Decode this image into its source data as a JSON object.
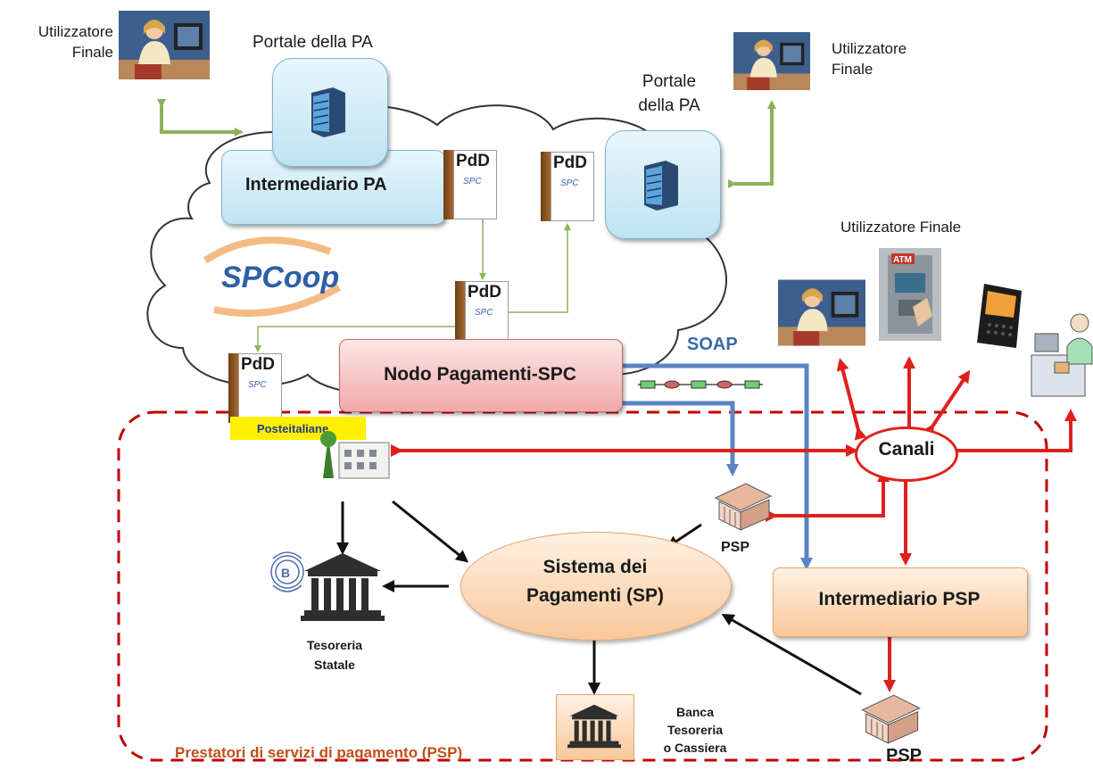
{
  "labels": {
    "user_final_left": [
      "Utilizzatore",
      "Finale"
    ],
    "portal_pa_top": "Portale della PA",
    "user_final_right": [
      "Utilizzatore",
      "Finale"
    ],
    "portal_pa_right": [
      "Portale",
      "della PA"
    ],
    "intermediario_pa": "Intermediario PA",
    "pdd": "PdD",
    "spc": "SPC",
    "spcoop_logo": "SPCoop",
    "utilizzatore_finale_channels": "Utilizzatore Finale",
    "atm": "ATM",
    "soap": "SOAP",
    "nodo": "Nodo Pagamenti-SPC",
    "poste_logo": "Posteitaliane",
    "canali": "Canali",
    "psp": "PSP",
    "sistema_pagamenti": [
      "Sistema dei",
      "Pagamenti (SP)"
    ],
    "intermediario_psp": "Intermediario PSP",
    "tesoreria_statale": [
      "Tesoreria",
      "Statale"
    ],
    "banca_tesoreria": [
      "Banca",
      "Tesoreria",
      "o Cassiera"
    ],
    "psp_bottom": "PSP",
    "prestatori": "Prestatori di servizi di pagamento (PSP)"
  },
  "colors": {
    "green_arrow": "#8cb35a",
    "red_arrow": "#e0201b",
    "blue_arrow": "#5b84c4",
    "dash_border": "#c00000",
    "prestatori_text": "#c0501a"
  }
}
